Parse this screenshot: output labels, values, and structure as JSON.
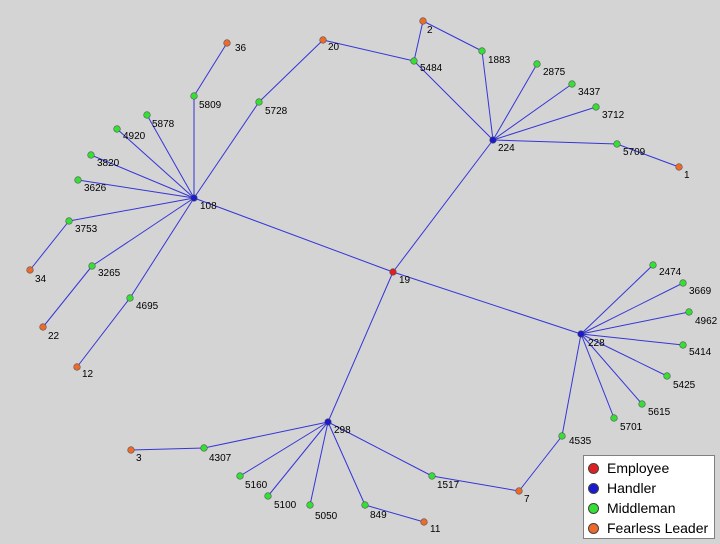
{
  "colors": {
    "edge": "#3535d8",
    "Employee": "#e02020",
    "Handler": "#1a1ad0",
    "Middleman": "#33e033",
    "Fearless Leader": "#ee6a2a"
  },
  "legend": [
    {
      "role": "Employee",
      "label": "Employee"
    },
    {
      "role": "Handler",
      "label": "Handler"
    },
    {
      "role": "Middleman",
      "label": "Middleman"
    },
    {
      "role": "Fearless Leader",
      "label": "Fearless Leader"
    }
  ],
  "nodes": [
    {
      "id": "19",
      "role": "Employee"
    },
    {
      "id": "108",
      "role": "Handler"
    },
    {
      "id": "224",
      "role": "Handler"
    },
    {
      "id": "228",
      "role": "Handler"
    },
    {
      "id": "298",
      "role": "Handler"
    },
    {
      "id": "20",
      "role": "Fearless Leader"
    },
    {
      "id": "2",
      "role": "Fearless Leader"
    },
    {
      "id": "36",
      "role": "Fearless Leader"
    },
    {
      "id": "1",
      "role": "Fearless Leader"
    },
    {
      "id": "34",
      "role": "Fearless Leader"
    },
    {
      "id": "22",
      "role": "Fearless Leader"
    },
    {
      "id": "12",
      "role": "Fearless Leader"
    },
    {
      "id": "3",
      "role": "Fearless Leader"
    },
    {
      "id": "7",
      "role": "Fearless Leader"
    },
    {
      "id": "11",
      "role": "Fearless Leader"
    },
    {
      "id": "5484",
      "role": "Middleman"
    },
    {
      "id": "1883",
      "role": "Middleman"
    },
    {
      "id": "2875",
      "role": "Middleman"
    },
    {
      "id": "3437",
      "role": "Middleman"
    },
    {
      "id": "3712",
      "role": "Middleman"
    },
    {
      "id": "5709",
      "role": "Middleman"
    },
    {
      "id": "5809",
      "role": "Middleman"
    },
    {
      "id": "5728",
      "role": "Middleman"
    },
    {
      "id": "5878",
      "role": "Middleman"
    },
    {
      "id": "4920",
      "role": "Middleman"
    },
    {
      "id": "3820",
      "role": "Middleman"
    },
    {
      "id": "3626",
      "role": "Middleman"
    },
    {
      "id": "3753",
      "role": "Middleman"
    },
    {
      "id": "3265",
      "role": "Middleman"
    },
    {
      "id": "4695",
      "role": "Middleman"
    },
    {
      "id": "2474",
      "role": "Middleman"
    },
    {
      "id": "3669",
      "role": "Middleman"
    },
    {
      "id": "4962",
      "role": "Middleman"
    },
    {
      "id": "5414",
      "role": "Middleman"
    },
    {
      "id": "5425",
      "role": "Middleman"
    },
    {
      "id": "5615",
      "role": "Middleman"
    },
    {
      "id": "5701",
      "role": "Middleman"
    },
    {
      "id": "4535",
      "role": "Middleman"
    },
    {
      "id": "4307",
      "role": "Middleman"
    },
    {
      "id": "5160",
      "role": "Middleman"
    },
    {
      "id": "5100",
      "role": "Middleman"
    },
    {
      "id": "5050",
      "role": "Middleman"
    },
    {
      "id": "849",
      "role": "Middleman"
    },
    {
      "id": "1517",
      "role": "Middleman"
    }
  ],
  "edges": [
    [
      "19",
      "108"
    ],
    [
      "19",
      "224"
    ],
    [
      "19",
      "228"
    ],
    [
      "19",
      "298"
    ],
    [
      "224",
      "5484"
    ],
    [
      "224",
      "1883"
    ],
    [
      "224",
      "2875"
    ],
    [
      "224",
      "3437"
    ],
    [
      "224",
      "3712"
    ],
    [
      "224",
      "5709"
    ],
    [
      "5484",
      "2"
    ],
    [
      "5484",
      "20"
    ],
    [
      "1883",
      "2"
    ],
    [
      "5709",
      "1"
    ],
    [
      "108",
      "5809"
    ],
    [
      "108",
      "5728"
    ],
    [
      "108",
      "5878"
    ],
    [
      "108",
      "4920"
    ],
    [
      "108",
      "3820"
    ],
    [
      "108",
      "3626"
    ],
    [
      "108",
      "3753"
    ],
    [
      "108",
      "3265"
    ],
    [
      "108",
      "4695"
    ],
    [
      "5809",
      "36"
    ],
    [
      "5728",
      "20"
    ],
    [
      "3753",
      "34"
    ],
    [
      "3265",
      "22"
    ],
    [
      "4695",
      "12"
    ],
    [
      "228",
      "2474"
    ],
    [
      "228",
      "3669"
    ],
    [
      "228",
      "4962"
    ],
    [
      "228",
      "5414"
    ],
    [
      "228",
      "5425"
    ],
    [
      "228",
      "5615"
    ],
    [
      "228",
      "5701"
    ],
    [
      "228",
      "4535"
    ],
    [
      "4535",
      "7"
    ],
    [
      "298",
      "4307"
    ],
    [
      "298",
      "5160"
    ],
    [
      "298",
      "5100"
    ],
    [
      "298",
      "5050"
    ],
    [
      "298",
      "849"
    ],
    [
      "298",
      "1517"
    ],
    [
      "4307",
      "3"
    ],
    [
      "849",
      "11"
    ],
    [
      "1517",
      "7"
    ]
  ]
}
